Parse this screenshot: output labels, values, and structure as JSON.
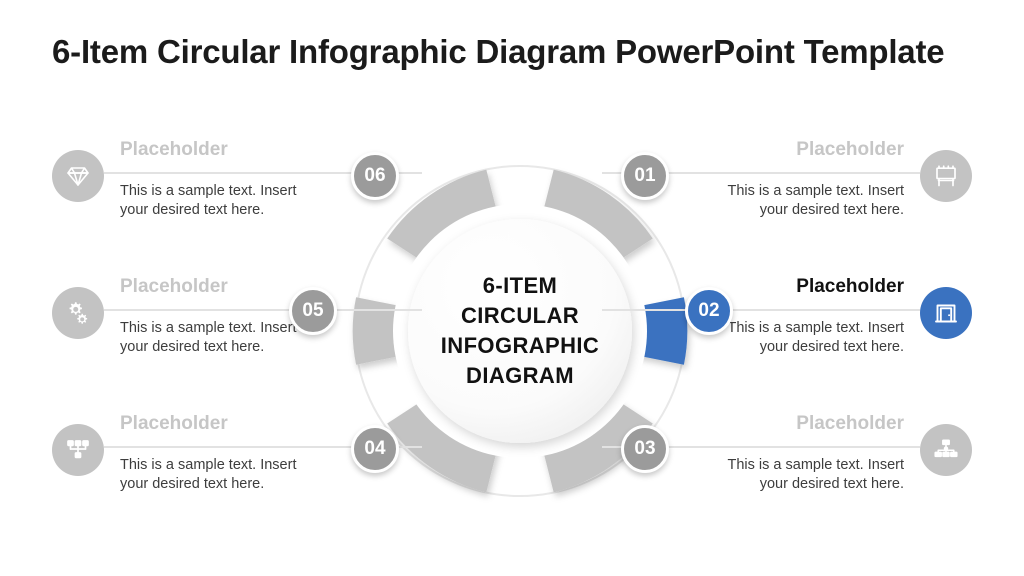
{
  "slide": {
    "title": "6-Item Circular Infographic Diagram PowerPoint Template",
    "background": "#ffffff"
  },
  "colors": {
    "accent_blue": "#3a72c0",
    "inactive_gray": "#c3c3c3",
    "badge_gray": "#9b9b9b",
    "title_text": "#1b1b1b",
    "placeholder_gray": "#c6c6c6",
    "body_text": "#3d3d3d",
    "rule_gray": "#e2e2e2"
  },
  "center": {
    "lines": [
      "6-ITEM",
      "CIRCULAR",
      "INFOGRAPHIC",
      "DIAGRAM"
    ]
  },
  "sample_text": "This is a sample text. Insert your desired text here.",
  "items": [
    {
      "number": "01",
      "title": "Placeholder",
      "body": "This is a sample text. Insert your desired text here.",
      "icon": "billboard-icon",
      "side": "right",
      "active": false
    },
    {
      "number": "02",
      "title": "Placeholder",
      "body": "This is a sample text. Insert your desired text here.",
      "icon": "door-icon",
      "side": "right",
      "active": true
    },
    {
      "number": "03",
      "title": "Placeholder",
      "body": "This is a sample text. Insert your desired text here.",
      "icon": "org-chart-icon",
      "side": "right",
      "active": false
    },
    {
      "number": "04",
      "title": "Placeholder",
      "body": "This is a sample text. Insert your desired text here.",
      "icon": "network-node-icon",
      "side": "left",
      "active": false
    },
    {
      "number": "05",
      "title": "Placeholder",
      "body": "This is a sample text. Insert your desired text here.",
      "icon": "gears-icon",
      "side": "left",
      "active": false
    },
    {
      "number": "06",
      "title": "Placeholder",
      "body": "This is a sample text. Insert your desired text here.",
      "icon": "diamond-icon",
      "side": "left",
      "active": false
    }
  ]
}
